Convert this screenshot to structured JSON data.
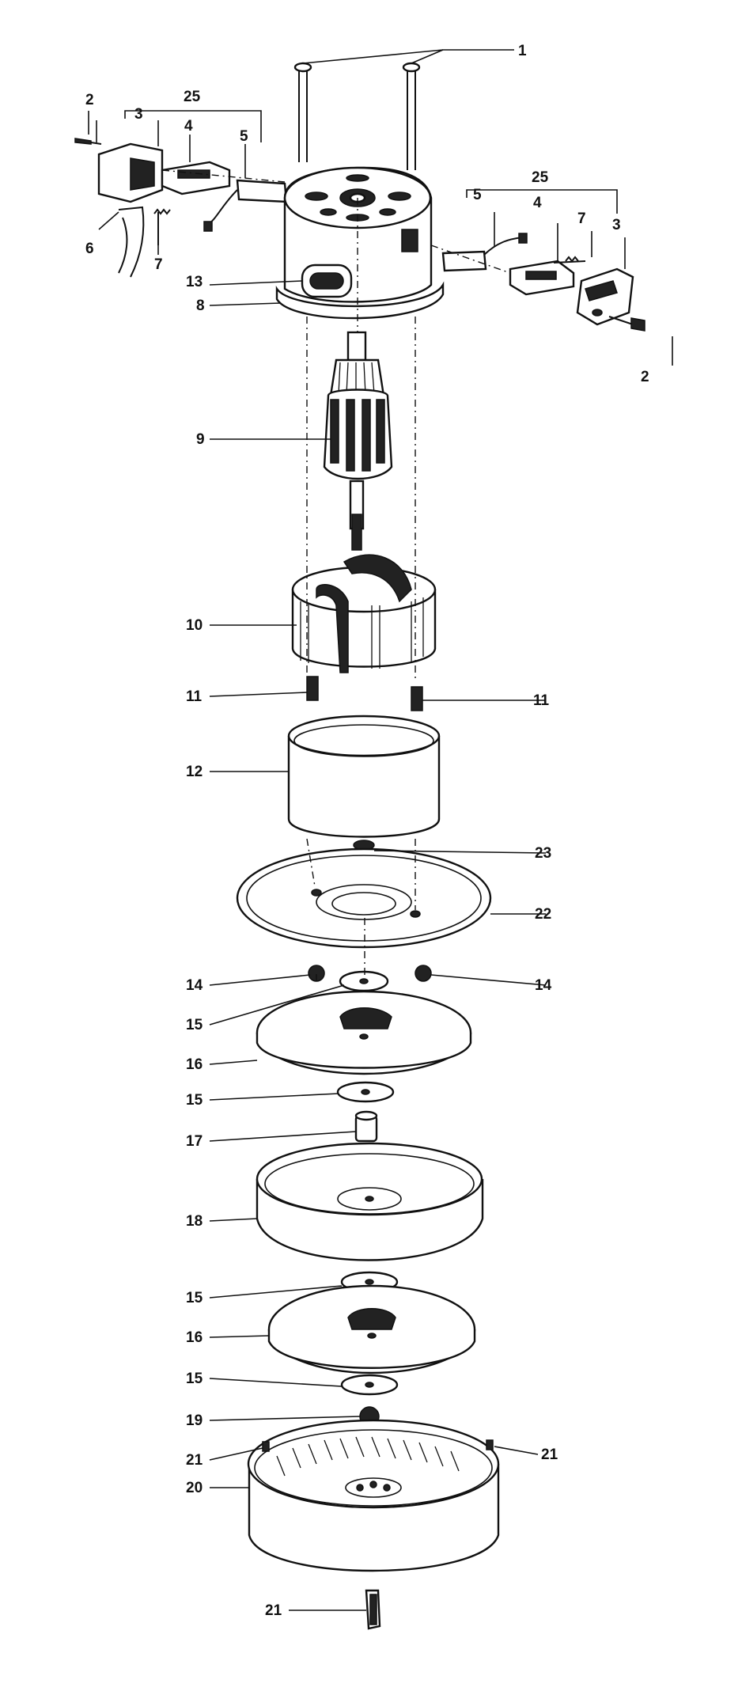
{
  "callouts": {
    "c1": "1",
    "c2_left": "2",
    "c2_right": "2",
    "c3_left": "3",
    "c3_right": "3",
    "c4_left": "4",
    "c4_right": "4",
    "c5_left": "5",
    "c5_right": "5",
    "c6": "6",
    "c7_left": "7",
    "c7_right": "7",
    "c8": "8",
    "c9": "9",
    "c10": "10",
    "c11_left": "11",
    "c11_right": "11",
    "c12": "12",
    "c13": "13",
    "c14_left": "14",
    "c14_right": "14",
    "c15_a": "15",
    "c15_b": "15",
    "c15_c": "15",
    "c15_d": "15",
    "c16_a": "16",
    "c16_b": "16",
    "c17": "17",
    "c18": "18",
    "c19": "19",
    "c20": "20",
    "c21_left": "21",
    "c21_right": "21",
    "c21_bottom": "21",
    "c22": "22",
    "c23": "23",
    "c25_left": "25",
    "c25_right": "25"
  }
}
